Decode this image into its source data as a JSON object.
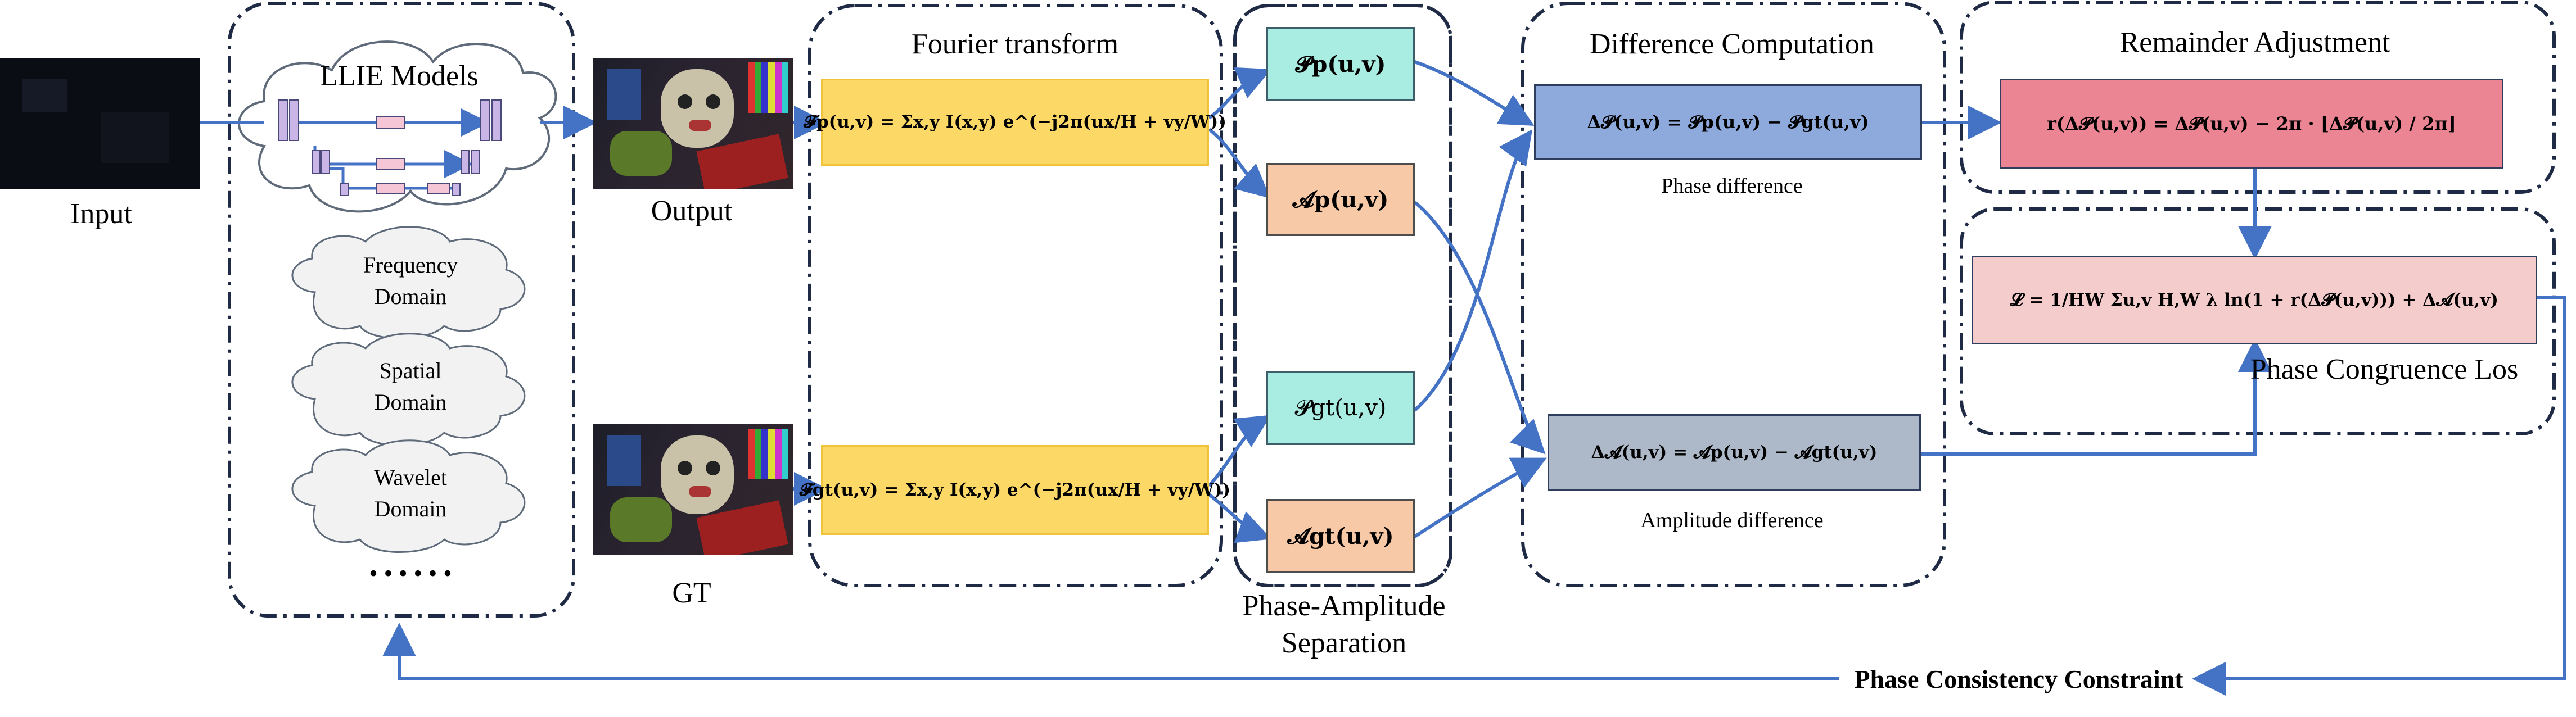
{
  "labels": {
    "input": "Input",
    "llie_models": "LLIE Models",
    "frequency_domain": "Frequency Domain",
    "spatial_domain": "Spatial Domain",
    "wavelet_domain": "Wavelet Domain",
    "ellipsis": "• • • • • •",
    "output": "Output",
    "gt": "GT",
    "fourier_transform": "Fourier transform",
    "phase_amplitude_separation": "Phase-Amplitude Separation",
    "difference_computation": "Difference Computation",
    "phase_difference": "Phase difference",
    "amplitude_difference": "Amplitude difference",
    "remainder_adjustment": "Remainder Adjustment",
    "phase_congruence_loss": "Phase Congruence Los",
    "phase_consistency_constraint": "Phase Consistency Constraint"
  },
  "formulas": {
    "fourier_output": "𝓕p(u,v) = Σx,y I(x,y) e^(−j2π(ux/H + vy/W))",
    "fourier_gt": "𝓕gt(u,v) = Σx,y I(x,y) e^(−j2π(ux/H + vy/W))",
    "phase_output": "𝓟p(u,v)",
    "amplitude_output": "𝓐p(u,v)",
    "phase_gt": "𝓟gt(u,v)",
    "amplitude_gt": "𝓐gt(u,v)",
    "phase_diff": "Δ𝓟(u,v) = 𝓟p(u,v) − 𝓟gt(u,v)",
    "amplitude_diff": "Δ𝓐(u,v) = 𝓐p(u,v) − 𝓐gt(u,v)",
    "remainder": "r(Δ𝓟(u,v)) = Δ𝓟(u,v) − 2π · ⌊Δ𝓟(u,v) / 2π⌋",
    "loss": "𝓛 = 1/HW Σu,v H,W λ ln(1 + r(Δ𝓟(u,v))) + Δ𝓐(u,v)"
  },
  "colors": {
    "arrow": "#4472c4",
    "dash_border": "#1f2a44",
    "fourier_fill": "#fcd866",
    "phase_fill": "#a9ece2",
    "amplitude_fill": "#f7c9a6",
    "phase_diff_fill": "#8ea9dc",
    "amplitude_diff_fill": "#adb8c8",
    "remainder_fill": "#ec8593",
    "loss_fill": "#f5cccc"
  }
}
